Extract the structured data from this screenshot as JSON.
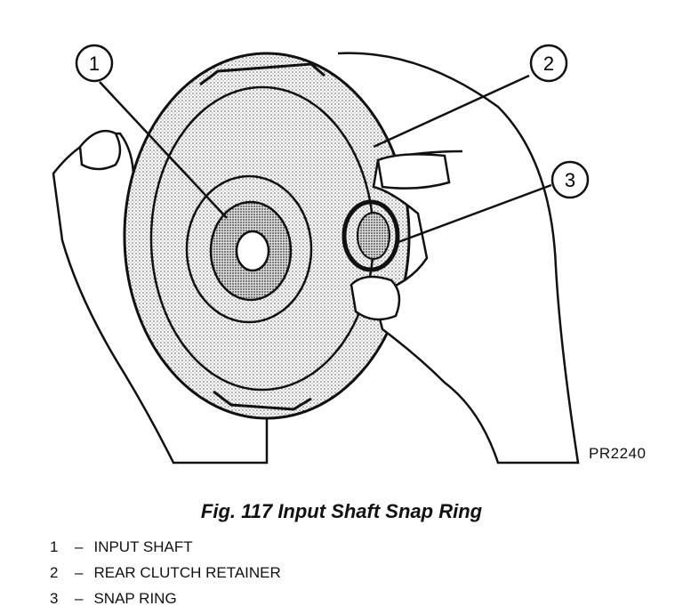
{
  "figure": {
    "code": "PR2240",
    "callouts": [
      {
        "num": "1"
      },
      {
        "num": "2"
      },
      {
        "num": "3"
      }
    ]
  },
  "caption": "Fig. 117 Input Shaft Snap Ring",
  "legend": [
    {
      "num": "1",
      "sep": "–",
      "label": "INPUT SHAFT"
    },
    {
      "num": "2",
      "sep": "–",
      "label": "REAR CLUTCH RETAINER"
    },
    {
      "num": "3",
      "sep": "–",
      "label": "SNAP RING"
    }
  ]
}
